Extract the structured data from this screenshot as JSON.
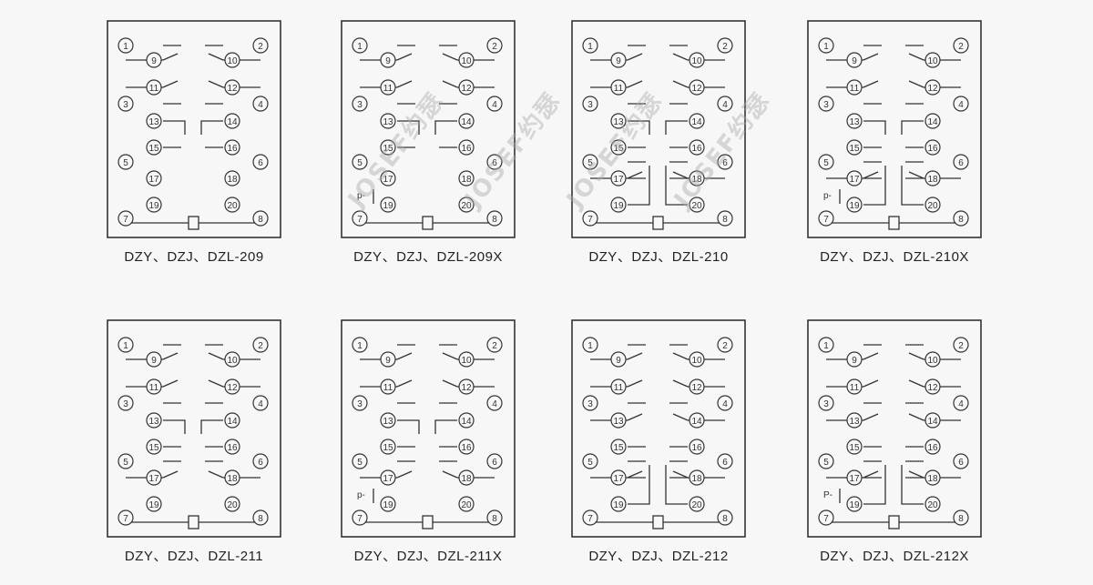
{
  "watermark": "JOSEF约瑟",
  "diagrams": [
    {
      "label": "DZY、DZJ、DZL-209",
      "pins": [
        "1",
        "2",
        "9",
        "10",
        "11",
        "12",
        "3",
        "4",
        "13",
        "14",
        "15",
        "16",
        "5",
        "6",
        "17",
        "18",
        "19",
        "20",
        "7",
        "8"
      ],
      "p_label": ""
    },
    {
      "label": "DZY、DZJ、DZL-209X",
      "pins": [
        "1",
        "2",
        "9",
        "10",
        "11",
        "12",
        "3",
        "4",
        "13",
        "14",
        "15",
        "16",
        "5",
        "6",
        "17",
        "18",
        "19",
        "20",
        "7",
        "8"
      ],
      "p_label": "p-"
    },
    {
      "label": "DZY、DZJ、DZL-210",
      "pins": [
        "1",
        "2",
        "9",
        "10",
        "11",
        "12",
        "3",
        "4",
        "13",
        "14",
        "15",
        "16",
        "5",
        "6",
        "17",
        "18",
        "19",
        "20",
        "7",
        "8"
      ],
      "p_label": ""
    },
    {
      "label": "DZY、DZJ、DZL-210X",
      "pins": [
        "1",
        "2",
        "9",
        "10",
        "11",
        "12",
        "3",
        "4",
        "13",
        "14",
        "15",
        "16",
        "5",
        "6",
        "17",
        "18",
        "19",
        "20",
        "7",
        "8"
      ],
      "p_label": "p-"
    },
    {
      "label": "DZY、DZJ、DZL-211",
      "pins": [
        "1",
        "2",
        "9",
        "10",
        "11",
        "12",
        "3",
        "4",
        "13",
        "14",
        "15",
        "16",
        "5",
        "6",
        "17",
        "18",
        "19",
        "20",
        "7",
        "8"
      ],
      "p_label": ""
    },
    {
      "label": "DZY、DZJ、DZL-211X",
      "pins": [
        "1",
        "2",
        "9",
        "10",
        "11",
        "12",
        "3",
        "4",
        "13",
        "14",
        "15",
        "16",
        "5",
        "6",
        "17",
        "18",
        "19",
        "20",
        "7",
        "8"
      ],
      "p_label": "p-"
    },
    {
      "label": "DZY、DZJ、DZL-212",
      "pins": [
        "1",
        "2",
        "9",
        "10",
        "11",
        "12",
        "3",
        "4",
        "13",
        "14",
        "15",
        "16",
        "5",
        "6",
        "17",
        "18",
        "19",
        "20",
        "7",
        "8"
      ],
      "p_label": ""
    },
    {
      "label": "DZY、DZJ、DZL-212X",
      "pins": [
        "1",
        "2",
        "9",
        "10",
        "11",
        "12",
        "3",
        "4",
        "13",
        "14",
        "15",
        "16",
        "5",
        "6",
        "17",
        "18",
        "19",
        "20",
        "7",
        "8"
      ],
      "p_label": "P-"
    }
  ],
  "colors": {
    "line": "#333333",
    "background": "#f7f7f7"
  }
}
